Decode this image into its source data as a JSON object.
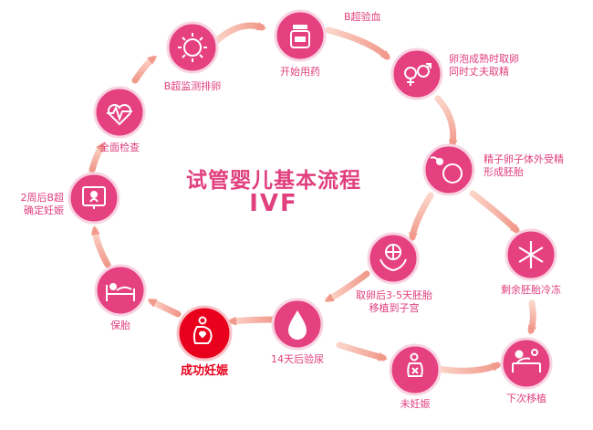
{
  "title": "试管婴儿基本流程",
  "subtitle": "IVF",
  "colors": {
    "accent": "#e0407e",
    "circle": "#e5407f",
    "success": "#e8001c",
    "arrow": "#f4a9a0"
  },
  "nodes": [
    {
      "id": "start-medication",
      "label": "开始用药",
      "icon": "medicine-bottle-icon"
    },
    {
      "id": "b-ultrasound-blood",
      "label": "B超验血",
      "icon": ""
    },
    {
      "id": "egg-retrieval",
      "label": "卵泡成熟时取卵\n同时丈夫取精",
      "icon": "gender-symbols-icon"
    },
    {
      "id": "fertilization",
      "label": "精子卵子体外受精\n形成胚胎",
      "icon": "sperm-egg-icon"
    },
    {
      "id": "embryo-transfer",
      "label": "取卵后3-5天胚胎\n移植到子宫",
      "icon": "hands-embryo-icon"
    },
    {
      "id": "freeze-embryos",
      "label": "剩余胚胎冷冻",
      "icon": "snowflake-icon"
    },
    {
      "id": "pregnancy-test",
      "label": "14天后验尿",
      "icon": "droplet-icon"
    },
    {
      "id": "not-pregnant",
      "label": "未妊娠",
      "icon": "pregnant-cross-icon"
    },
    {
      "id": "next-transfer",
      "label": "下次移植",
      "icon": "medical-bed-icon"
    },
    {
      "id": "success",
      "label": "成功妊娠",
      "icon": "pregnant-heart-icon"
    },
    {
      "id": "protect-pregnancy",
      "label": "保胎",
      "icon": "bed-rest-icon"
    },
    {
      "id": "confirm-pregnancy",
      "label": "2周后B超\n确定妊娠",
      "icon": "ultrasound-screen-icon"
    },
    {
      "id": "full-checkup",
      "label": "全面检查",
      "icon": "heart-monitor-icon"
    },
    {
      "id": "ovulation-monitoring",
      "label": "B超监测排卵",
      "icon": "sun-icon"
    }
  ]
}
